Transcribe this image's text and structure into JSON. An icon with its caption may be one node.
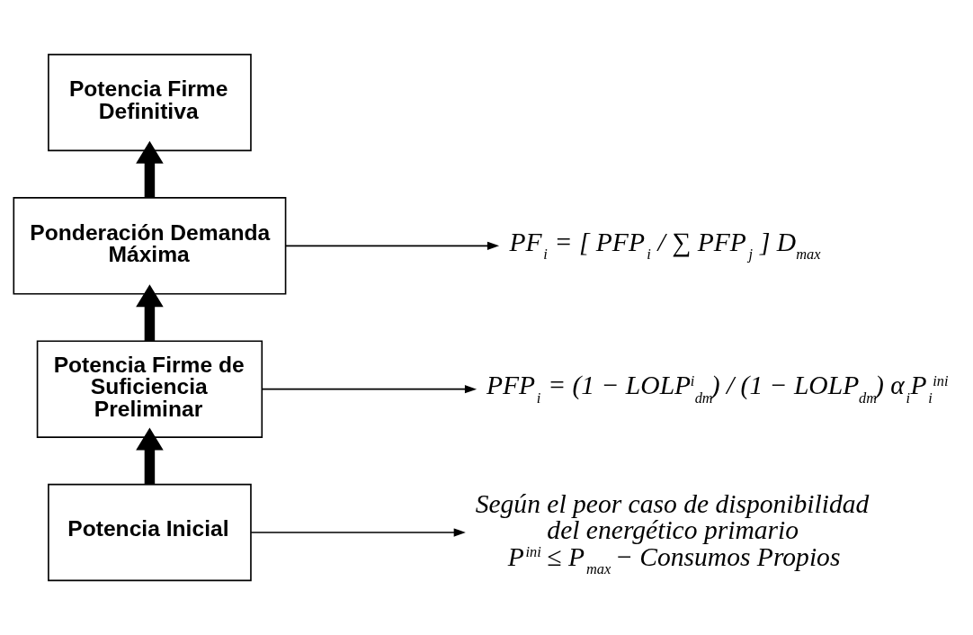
{
  "diagram": {
    "nodes": [
      {
        "text": [
          "Potencia Firme Definitiva"
        ]
      },
      {
        "text": [
          "Ponderación Demanda Máxima"
        ]
      },
      {
        "text": [
          "PF$_{i}$ = [ PFP$_{i}$ / ∑ PFP$_{j}$ ] D$_{max}$"
        ]
      },
      {
        "text": [
          "Potencia Firme de Suficiencia Preliminar"
        ]
      },
      {
        "text": [
          "PFP$_{i}$ = (1 − LOLP$^{i}$$_{dm}$) / (1 − LOLP$_{dm}$) α$_{i}$P$_{i}$$^{ini}$"
        ]
      },
      {
        "text": [
          "Potencia Inicial"
        ]
      },
      {
        "text": [
          "Según el peor caso de disponibilidad del energético primario",
          "P$^{ini}$ ≤ P$_{max}$ − Consumos Propios"
        ]
      }
    ],
    "edges": [
      {
        "from": 1,
        "to": 0,
        "arrow": "to",
        "style": "thick"
      },
      {
        "from": 1,
        "to": 2,
        "arrow": "to"
      },
      {
        "from": 3,
        "to": 1,
        "arrow": "to",
        "style": "thick"
      },
      {
        "from": 3,
        "to": 4,
        "arrow": "to"
      },
      {
        "from": 5,
        "to": 3,
        "arrow": "to",
        "style": "thick"
      },
      {
        "from": 5,
        "to": 6,
        "arrow": "to"
      }
    ]
  }
}
